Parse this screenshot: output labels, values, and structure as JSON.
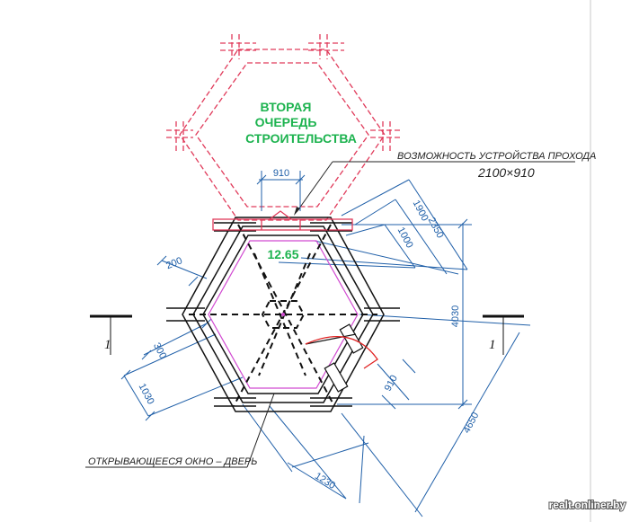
{
  "labels": {
    "phase_line1": "ВТОРАЯ",
    "phase_line2": "ОЧЕРЕДЬ",
    "phase_line3": "СТРОИТЕЛЬСТВА",
    "area": "12.65",
    "passage_note": "ВОЗМОЖНОСТЬ УСТРОЙСТВА ПРОХОДА",
    "passage_size": "2100×910",
    "window_door_note": "ОТКРЫВАЮЩЕЕСЯ ОКНО – ДВЕРЬ",
    "section_left": "1",
    "section_right": "1",
    "watermark": "realt.onliner.by"
  },
  "dimensions": {
    "d910_top": "910",
    "d2350": "2350",
    "d1900": "1900",
    "d1000": "1000",
    "d200": "200",
    "d4030": "4030",
    "d300": "300",
    "d1030": "1030",
    "d910_door": "910",
    "d4650": "4650",
    "d1230": "1230"
  },
  "colors": {
    "dimension": "#1f5fa8",
    "future": "#e03a5a",
    "accent_green": "#1db34f",
    "inner_room": "#d14ad1",
    "wall": "#111111",
    "door_arc": "#e02020"
  }
}
